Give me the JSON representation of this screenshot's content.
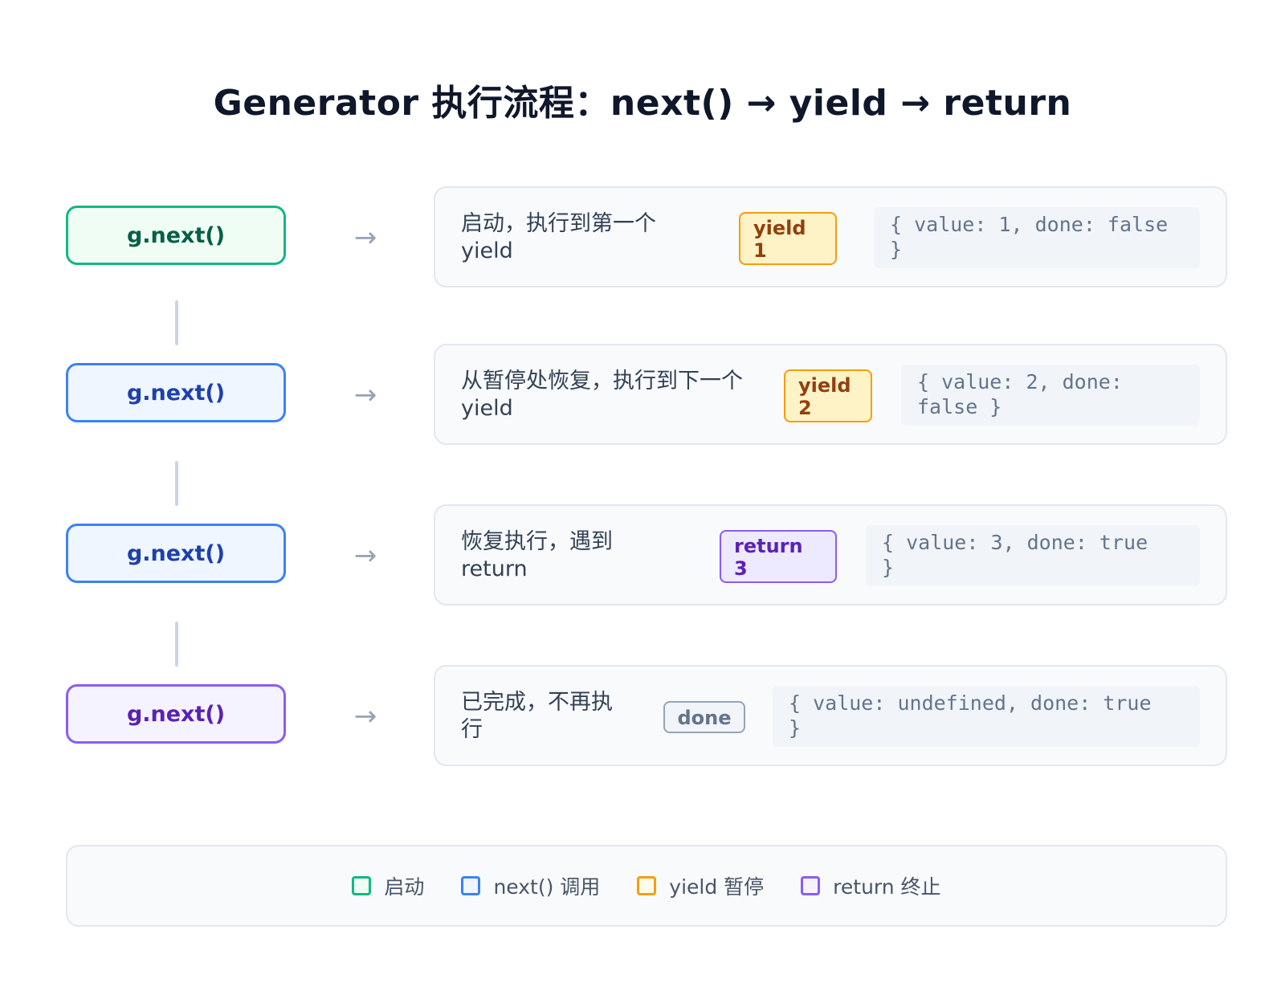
{
  "title": "Generator 执行流程：next() → yield → return",
  "arrow_glyph": "→",
  "steps": [
    {
      "call": "g.next()",
      "desc_line1": "启动，执行到第一个",
      "desc_line2": "yield",
      "tag_line1": "yield",
      "tag_line2": "1",
      "result_line1": "{ value: 1, done: false",
      "result_line2": "}"
    },
    {
      "call": "g.next()",
      "desc_line1": "从暂停处恢复，执行到下一个",
      "desc_line2": "yield",
      "tag_line1": "yield",
      "tag_line2": "2",
      "result_line1": "{ value: 2, done:",
      "result_line2": "false }"
    },
    {
      "call": "g.next()",
      "desc_line1": "恢复执行，遇到",
      "desc_line2": "return",
      "tag_line1": "return",
      "tag_line2": "3",
      "result_line1": "{ value: 3, done: true",
      "result_line2": "}"
    },
    {
      "call": "g.next()",
      "desc_line1": "已完成，不再执",
      "desc_line2": "行",
      "tag": "done",
      "result_line1": "{ value: undefined, done: true",
      "result_line2": "}"
    }
  ],
  "legend": [
    {
      "label": "启动",
      "color": "#10b981"
    },
    {
      "label": "next() 调用",
      "color": "#3b82f6"
    },
    {
      "label": "yield 暂停",
      "color": "#f59e0b"
    },
    {
      "label": "return 终止",
      "color": "#8b5cf6"
    }
  ],
  "colors": {
    "start_border": "#10b981",
    "start_bg": "#f0fdf4",
    "start_text": "#065f46",
    "call_border": "#3b82f6",
    "call_bg": "#eff6ff",
    "call_text": "#1e40af",
    "end_border": "#8b5cf6",
    "end_bg": "#f5f3ff",
    "end_text": "#5b21b6"
  }
}
